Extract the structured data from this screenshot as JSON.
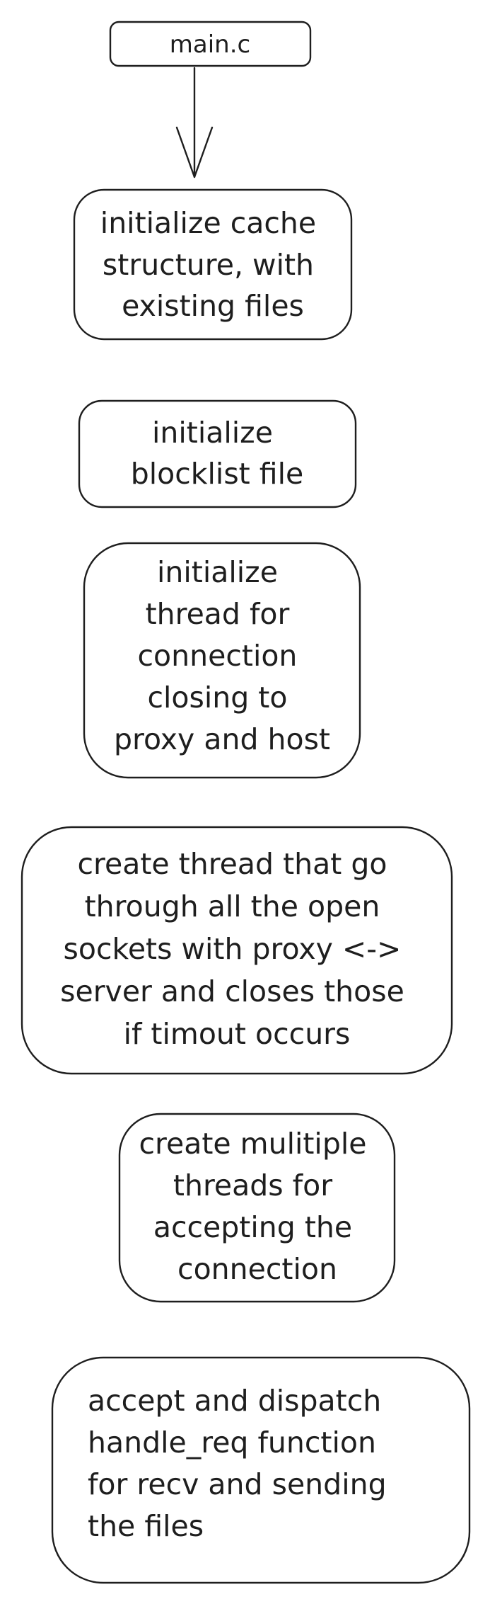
{
  "nodes": [
    {
      "id": "main",
      "lines": [
        "main.c"
      ]
    },
    {
      "id": "cache",
      "lines": [
        "initialize cache",
        "structure, with",
        "existing files"
      ]
    },
    {
      "id": "blocklist",
      "lines": [
        "initialize",
        "blocklist file"
      ]
    },
    {
      "id": "close-thread",
      "lines": [
        "initialize",
        "thread for",
        "connection",
        "closing to",
        "proxy and host"
      ]
    },
    {
      "id": "timeout-thread",
      "lines": [
        "create thread that go",
        "through all the open",
        "sockets with proxy <->",
        "server and closes those",
        "if timout occurs"
      ]
    },
    {
      "id": "accept-threads",
      "lines": [
        "create mulitiple",
        "threads for",
        "accepting the",
        "connection"
      ]
    },
    {
      "id": "dispatch",
      "lines": [
        "accept and dispatch",
        "handle_req function",
        "for recv and sending",
        "the files"
      ]
    }
  ]
}
